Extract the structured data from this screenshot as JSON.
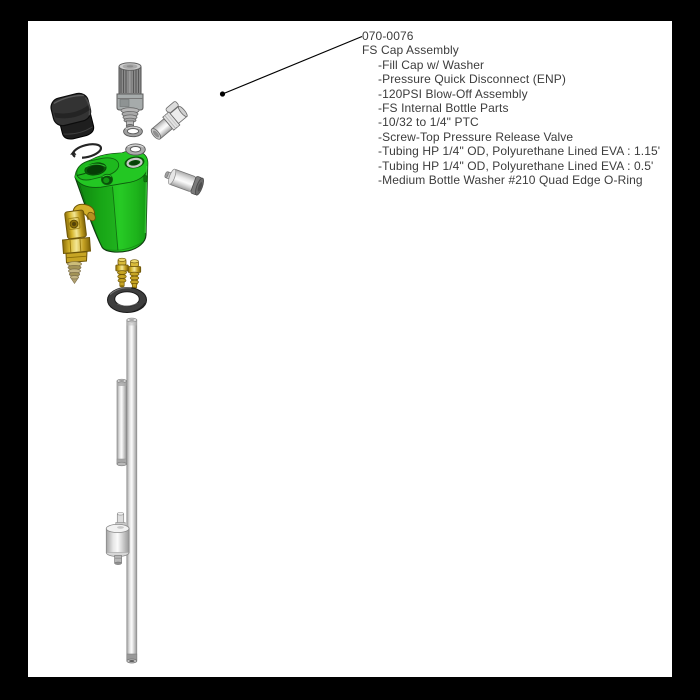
{
  "window": {
    "border_color": "#000000",
    "page_background": "#ffffff"
  },
  "callout": {
    "part_number": "070-0076",
    "assembly_name": "FS Cap Assembly",
    "components": [
      "-Fill Cap w/ Washer",
      "-Pressure Quick Disconnect (ENP)",
      "-120PSI Blow-Off Assembly",
      "-FS Internal Bottle Parts",
      "-10/32 to 1/4\" PTC",
      "-Screw-Top Pressure Release Valve",
      "-Tubing HP 1/4\" OD, Polyurethane Lined EVA : 1.15'",
      "-Tubing HP 1/4\" OD, Polyurethane Lined EVA : 0.5'",
      "-Medium Bottle Washer #210 Quad Edge O-Ring"
    ]
  },
  "diagram": {
    "colors": {
      "cap_body_green": "#1fbe1d",
      "brass_fitting": "#d3b02a",
      "metal_gray": "#c9c9c9",
      "fill_cap_black": "#2a2a2a",
      "washer_dark": "#3e3e3e",
      "text_gray": "#3c3c3c"
    }
  }
}
